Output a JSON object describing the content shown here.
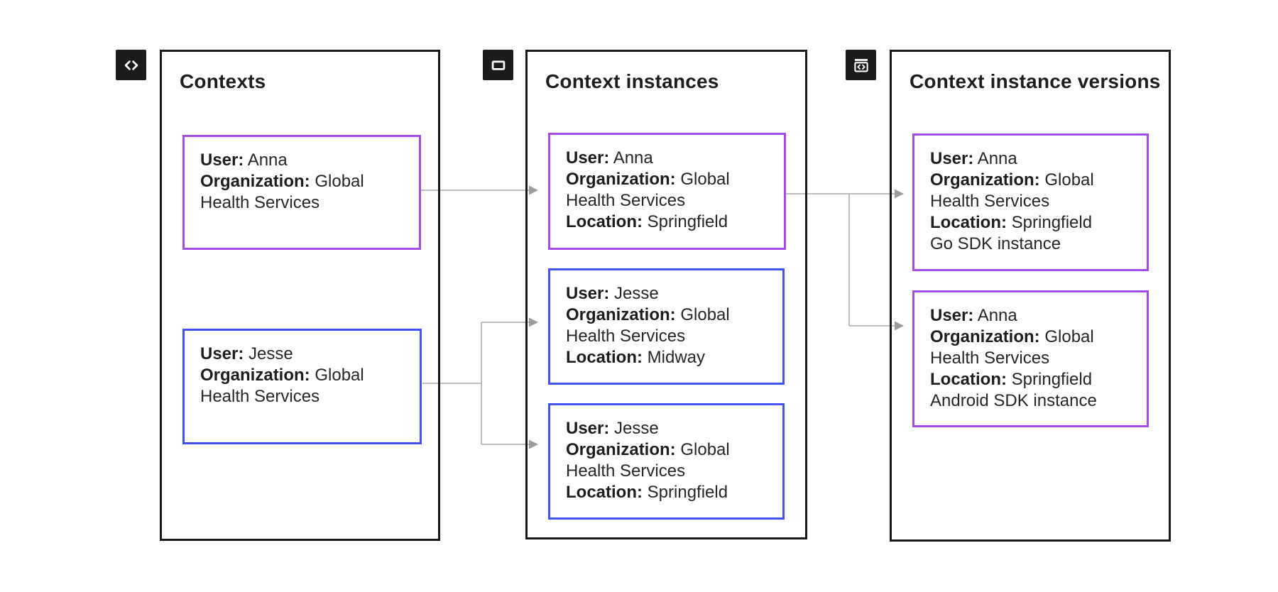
{
  "colors": {
    "background": "#ffffff",
    "panel_border": "#191919",
    "purple_card_border": "#a54be8",
    "blue_card_border": "#4152f1",
    "connector": "#a9a9a9",
    "icon_background": "#1b1b1b",
    "icon_glyph": "#ffffff",
    "text": "#262628"
  },
  "panels": [
    {
      "id": "contexts",
      "title": "Contexts",
      "icon": "code-icon",
      "cards": [
        {
          "accent": "purple",
          "fields": [
            {
              "label": "User:",
              "value": "Anna"
            },
            {
              "label": "Organization:",
              "value": "Global Health Services"
            }
          ]
        },
        {
          "accent": "blue",
          "fields": [
            {
              "label": "User:",
              "value": "Jesse"
            },
            {
              "label": "Organization:",
              "value": "Global Health Services"
            }
          ]
        }
      ]
    },
    {
      "id": "context-instances",
      "title": "Context instances",
      "icon": "window-icon",
      "cards": [
        {
          "accent": "purple",
          "fields": [
            {
              "label": "User:",
              "value": "Anna"
            },
            {
              "label": "Organization:",
              "value": "Global Health Services"
            },
            {
              "label": "Location:",
              "value": "Springfield"
            }
          ]
        },
        {
          "accent": "blue",
          "fields": [
            {
              "label": "User:",
              "value": "Jesse"
            },
            {
              "label": "Organization:",
              "value": "Global Health Services"
            },
            {
              "label": "Location:",
              "value": "Midway"
            }
          ]
        },
        {
          "accent": "blue",
          "fields": [
            {
              "label": "User:",
              "value": "Jesse"
            },
            {
              "label": "Organization:",
              "value": "Global Health Services"
            },
            {
              "label": "Location:",
              "value": "Springfield"
            }
          ]
        }
      ]
    },
    {
      "id": "context-instance-versions",
      "title": "Context instance versions",
      "icon": "code-window-icon",
      "cards": [
        {
          "accent": "purple",
          "fields": [
            {
              "label": "User:",
              "value": "Anna"
            },
            {
              "label": "Organization:",
              "value": "Global Health Services"
            },
            {
              "label": "Location:",
              "value": "Springfield"
            },
            {
              "label": "",
              "value": "Go SDK instance"
            }
          ]
        },
        {
          "accent": "purple",
          "fields": [
            {
              "label": "User:",
              "value": "Anna"
            },
            {
              "label": "Organization:",
              "value": "Global Health Services"
            },
            {
              "label": "Location:",
              "value": "Springfield"
            },
            {
              "label": "",
              "value": "Android SDK instance"
            }
          ]
        }
      ]
    }
  ],
  "connectors": [
    {
      "from": "contexts: Anna",
      "to": "context-instances: Anna Springfield"
    },
    {
      "from": "contexts: Jesse",
      "to": "context-instances: Jesse Midway"
    },
    {
      "from": "contexts: Jesse",
      "to": "context-instances: Jesse Springfield"
    },
    {
      "from": "context-instances: Anna Springfield",
      "to": "context-instance-versions: Go SDK instance"
    },
    {
      "from": "context-instances: Anna Springfield",
      "to": "context-instance-versions: Android SDK instance"
    }
  ]
}
